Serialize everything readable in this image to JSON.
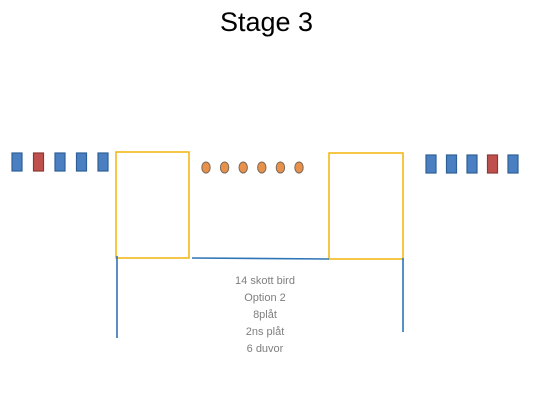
{
  "title": "Stage 3",
  "colors": {
    "background": "#ffffff",
    "target_blue": "#4a7fc1",
    "target_blue_border": "#2f5f97",
    "target_red": "#c0504d",
    "target_red_border": "#8c3836",
    "barrier_yellow": "#f3b81a",
    "fault_line_blue": "#2e75b6",
    "popper_orange": "#e8914a",
    "popper_border": "#7a6a5a",
    "note_text": "#7f7f7f"
  },
  "left_targets": [
    {
      "kind": "paper",
      "color": "blue"
    },
    {
      "kind": "no-shoot",
      "color": "red"
    },
    {
      "kind": "paper",
      "color": "blue"
    },
    {
      "kind": "paper",
      "color": "blue"
    },
    {
      "kind": "paper",
      "color": "blue"
    }
  ],
  "right_targets": [
    {
      "kind": "paper",
      "color": "blue"
    },
    {
      "kind": "paper",
      "color": "blue"
    },
    {
      "kind": "paper",
      "color": "blue"
    },
    {
      "kind": "no-shoot",
      "color": "red"
    },
    {
      "kind": "paper",
      "color": "blue"
    }
  ],
  "plates": [
    {
      "kind": "plate"
    },
    {
      "kind": "plate"
    },
    {
      "kind": "plate"
    },
    {
      "kind": "plate"
    },
    {
      "kind": "plate"
    },
    {
      "kind": "plate"
    }
  ],
  "notes": [
    "14 skott bird",
    "Option 2",
    "8plåt",
    "2ns plåt",
    "6 duvor"
  ]
}
